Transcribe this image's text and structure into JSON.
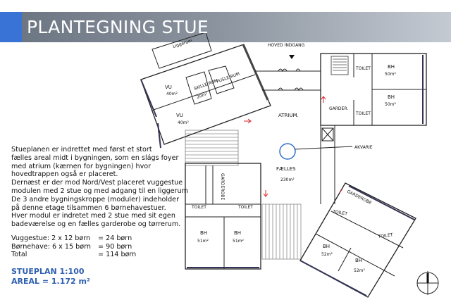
{
  "header": {
    "title": "PLANTEGNING STUE",
    "accent_color": "#3a73d6"
  },
  "description": [
    "Stueplanen er indrettet med først et stort",
    "fælles areal midt i bygningen, som en slágs foyer",
    "med atrium (kærnen for bygningen) hvor",
    "hovedtrappen også er placeret.",
    "Dernæst er der mod Nord/Vest placeret vuggestue",
    "modulen med 2 stue og med adgang til en liggerum",
    "De 3 andre bygningskroppe (moduler) indeholder",
    "på denne etage tilsammen 6 børnehavestuer.",
    "Hver modul er indretet med 2 stue med sit egen",
    "badeværelse og en fælles garderobe og tørrerum."
  ],
  "counts": [
    {
      "label": "Vuggestue: 2 x 12 børn",
      "value": "= 24 børn"
    },
    {
      "label": "Børnehave: 6 x 15 børn",
      "value": "= 90 børn"
    },
    {
      "label": "Total",
      "value": "= 114 børn"
    }
  ],
  "scale": {
    "plan": "STUEPLAN 1:100",
    "area": "AREAL = 1.172 m²",
    "color": "#2f5fb0"
  },
  "plan_labels": {
    "liggerum": "Liggerum",
    "vu1": "VU",
    "vu1_area": "40m²",
    "vu2": "VU",
    "vu2_area": "40m²",
    "skillerum": "SKILLE RUM",
    "skillerum_area": "20m²",
    "puslerum": "PUSLE RUM",
    "entrance": "HOVED INDGANG",
    "toilet": "TOILET",
    "bh": "BH",
    "bh50": "50m²",
    "bh51": "51m²",
    "bh52": "52m²",
    "garderobe": "GARDEROBE",
    "garder": "GARDER.",
    "atrium": "ATRIUM.",
    "akvarie": "AKVARIE",
    "faelles": "FÆLLES",
    "faelles_area": "230m²"
  }
}
